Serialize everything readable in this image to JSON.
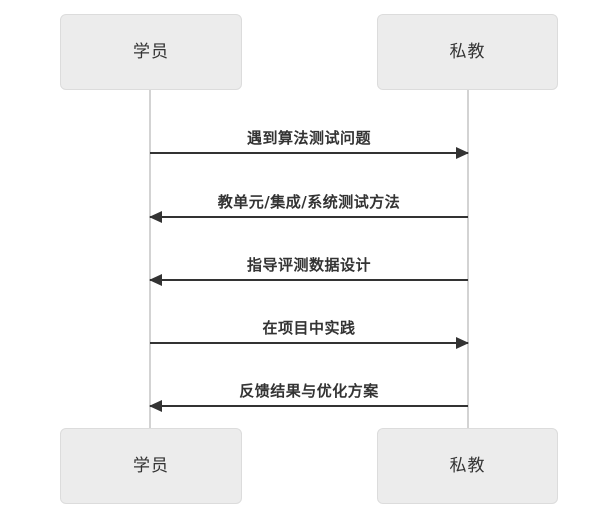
{
  "diagram": {
    "type": "sequence-diagram",
    "background_color": "#ffffff",
    "box_fill_color": "#ececec",
    "box_border_color": "#dcdcdc",
    "lifeline_color": "#d3d3d3",
    "arrow_color": "#333333",
    "participants": [
      {
        "id": "actor0",
        "label": "学员"
      },
      {
        "id": "actor1",
        "label": "私教"
      }
    ],
    "messages": [
      {
        "index": 1,
        "label": "遇到算法测试问题",
        "from": "学员",
        "to": "私教",
        "direction": "right"
      },
      {
        "index": 2,
        "label": "教单元/集成/系统测试方法",
        "from": "私教",
        "to": "学员",
        "direction": "left"
      },
      {
        "index": 3,
        "label": "指导评测数据设计",
        "from": "私教",
        "to": "学员",
        "direction": "left"
      },
      {
        "index": 4,
        "label": "在项目中实践",
        "from": "学员",
        "to": "私教",
        "direction": "right"
      },
      {
        "index": 5,
        "label": "反馈结果与优化方案",
        "from": "私教",
        "to": "学员",
        "direction": "left"
      }
    ]
  }
}
